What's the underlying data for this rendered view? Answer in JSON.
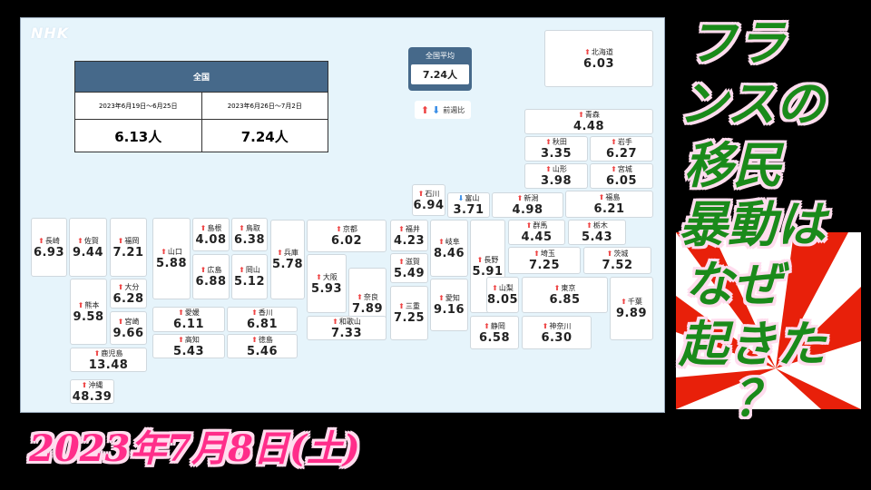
{
  "logo": "NHK",
  "summary": {
    "header": "全国",
    "periods": [
      "2023年6月19日～6月25日",
      "2023年6月26日～7月2日"
    ],
    "values": [
      "6.13人",
      "7.24人"
    ]
  },
  "average": {
    "label": "全国平均",
    "value": "7.24人"
  },
  "legend": {
    "up_icon": "arrow-up",
    "down_icon": "arrow-down",
    "label": "前週比"
  },
  "colors": {
    "up": "#e44444",
    "down": "#3a8ee6",
    "header": "#46698a"
  },
  "prefectures": [
    {
      "name": "北海道",
      "value": "6.03",
      "trend": "up"
    },
    {
      "name": "青森",
      "value": "4.48",
      "trend": "up"
    },
    {
      "name": "秋田",
      "value": "3.35",
      "trend": "up"
    },
    {
      "name": "岩手",
      "value": "6.27",
      "trend": "up"
    },
    {
      "name": "山形",
      "value": "3.98",
      "trend": "up"
    },
    {
      "name": "宮城",
      "value": "6.05",
      "trend": "up"
    },
    {
      "name": "石川",
      "value": "6.94",
      "trend": "up"
    },
    {
      "name": "富山",
      "value": "3.71",
      "trend": "down"
    },
    {
      "name": "新潟",
      "value": "4.98",
      "trend": "up"
    },
    {
      "name": "福島",
      "value": "6.21",
      "trend": "up"
    },
    {
      "name": "京都",
      "value": "6.02",
      "trend": "up"
    },
    {
      "name": "福井",
      "value": "4.23",
      "trend": "up"
    },
    {
      "name": "岐阜",
      "value": "8.46",
      "trend": "up"
    },
    {
      "name": "長野",
      "value": "5.91",
      "trend": "up"
    },
    {
      "name": "群馬",
      "value": "4.45",
      "trend": "up"
    },
    {
      "name": "栃木",
      "value": "5.43",
      "trend": "up"
    },
    {
      "name": "埼玉",
      "value": "7.25",
      "trend": "up"
    },
    {
      "name": "茨城",
      "value": "7.52",
      "trend": "up"
    },
    {
      "name": "滋賀",
      "value": "5.49",
      "trend": "up"
    },
    {
      "name": "大阪",
      "value": "5.93",
      "trend": "up"
    },
    {
      "name": "奈良",
      "value": "7.89",
      "trend": "up"
    },
    {
      "name": "三重",
      "value": "7.25",
      "trend": "up"
    },
    {
      "name": "愛知",
      "value": "9.16",
      "trend": "up"
    },
    {
      "name": "山梨",
      "value": "8.05",
      "trend": "up"
    },
    {
      "name": "東京",
      "value": "6.85",
      "trend": "up"
    },
    {
      "name": "千葉",
      "value": "9.89",
      "trend": "up"
    },
    {
      "name": "和歌山",
      "value": "7.33",
      "trend": "up"
    },
    {
      "name": "静岡",
      "value": "6.58",
      "trend": "up"
    },
    {
      "name": "神奈川",
      "value": "6.30",
      "trend": "up"
    },
    {
      "name": "兵庫",
      "value": "5.78",
      "trend": "up"
    },
    {
      "name": "長崎",
      "value": "6.93",
      "trend": "up"
    },
    {
      "name": "佐賀",
      "value": "9.44",
      "trend": "up"
    },
    {
      "name": "福岡",
      "value": "7.21",
      "trend": "up"
    },
    {
      "name": "山口",
      "value": "5.88",
      "trend": "up"
    },
    {
      "name": "島根",
      "value": "4.08",
      "trend": "up"
    },
    {
      "name": "鳥取",
      "value": "6.38",
      "trend": "up"
    },
    {
      "name": "広島",
      "value": "6.88",
      "trend": "up"
    },
    {
      "name": "岡山",
      "value": "5.12",
      "trend": "up"
    },
    {
      "name": "熊本",
      "value": "9.58",
      "trend": "up"
    },
    {
      "name": "大分",
      "value": "6.28",
      "trend": "up"
    },
    {
      "name": "宮崎",
      "value": "9.66",
      "trend": "up"
    },
    {
      "name": "鹿児島",
      "value": "13.48",
      "trend": "up"
    },
    {
      "name": "沖縄",
      "value": "48.39",
      "trend": "up"
    },
    {
      "name": "愛媛",
      "value": "6.11",
      "trend": "up"
    },
    {
      "name": "香川",
      "value": "6.81",
      "trend": "up"
    },
    {
      "name": "高知",
      "value": "5.43",
      "trend": "up"
    },
    {
      "name": "徳島",
      "value": "5.46",
      "trend": "up"
    }
  ],
  "title_lines": [
    "フラ",
    "ンスの",
    "移民",
    "暴動は",
    "なぜ",
    "起きた",
    "？"
  ],
  "date": "2023年7月8日(土)"
}
